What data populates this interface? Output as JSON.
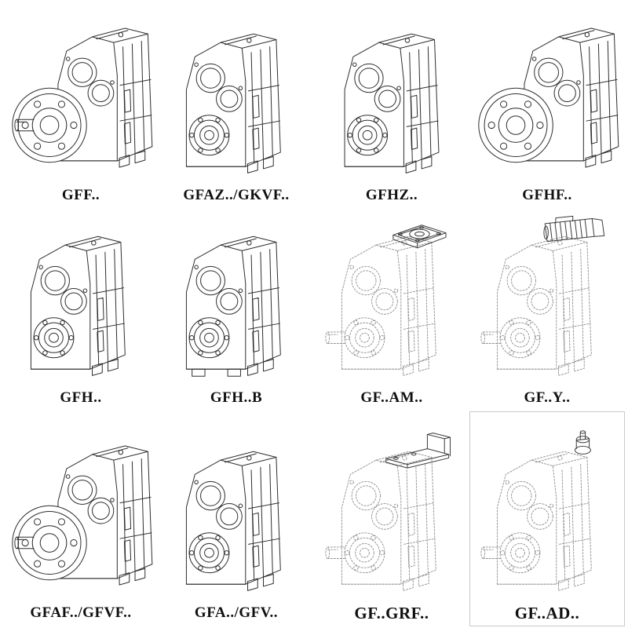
{
  "colors": {
    "background": "#ffffff",
    "line": "#2e2e2e",
    "ghost": "#8f8f8f",
    "attachment": "#3a3a3a",
    "box_border": "#c9c9c9"
  },
  "cells": [
    {
      "label": "GFF..",
      "drawing": "flange-mounted-gearbox-with-solid-shaft",
      "style": "solid"
    },
    {
      "label": "GFAZ../GKVF..",
      "drawing": "hollow-shaft-gearbox",
      "style": "solid"
    },
    {
      "label": "GFHZ..",
      "drawing": "hollow-shaft-gearbox",
      "style": "solid"
    },
    {
      "label": "GFHF..",
      "drawing": "flange-mounted-gearbox",
      "style": "solid"
    },
    {
      "label": "GFH..",
      "drawing": "hollow-shaft-gearbox",
      "style": "solid"
    },
    {
      "label": "GFH..B",
      "drawing": "foot-mounted-hollow-shaft-gearbox",
      "style": "solid"
    },
    {
      "label": "GF..AM..",
      "drawing": "gearbox-with-iec-adapter-flange",
      "style": "dashed"
    },
    {
      "label": "GF..Y..",
      "drawing": "gearbox-with-mounted-motor",
      "style": "dashed"
    },
    {
      "label": "GFAF../GFVF..",
      "drawing": "flange-mounted-gearbox-with-solid-shaft",
      "style": "solid"
    },
    {
      "label": "GFA../GFV..",
      "drawing": "hollow-shaft-gearbox",
      "style": "solid"
    },
    {
      "label": "GF..GRF..",
      "drawing": "gearbox-with-mounting-plate-attachment",
      "style": "dashed"
    },
    {
      "label": "GF..AD..",
      "drawing": "gearbox-with-free-input-shaft",
      "style": "dashed"
    }
  ]
}
